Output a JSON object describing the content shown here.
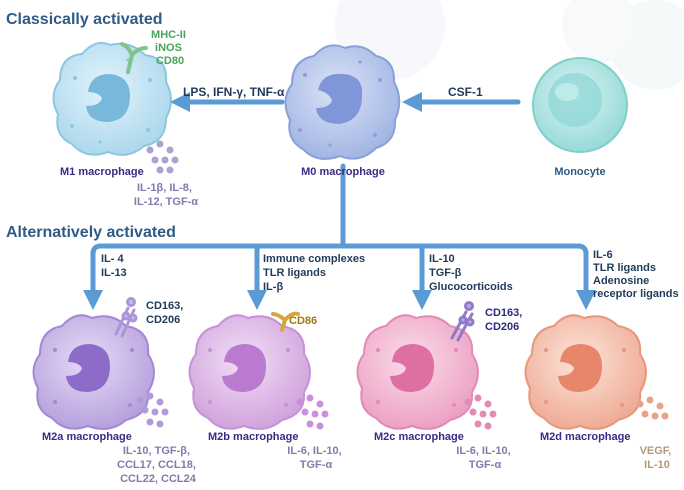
{
  "sections": {
    "classical": "Classically activated",
    "alternative": "Alternatively activated"
  },
  "colors": {
    "heading": "#2f5b85",
    "arrow": "#5b9bd5",
    "dark_text": "#1f3a5a",
    "m1_markers": "#4aa35a",
    "m2b_marker": "#a5731a",
    "m2c_marker": "#2d2b7e",
    "m2d_cytokine": "#b59a78",
    "label_purple": "#3b2a86",
    "cytokine_purple": "#8877aa",
    "m1_cell": "#bfe2f2",
    "m0_cell": "#b7c6ec",
    "monocyte_cell": "#a9e3e1",
    "m2a_cell": "#c8b4e6",
    "m2b_cell": "#dcb7e4",
    "m2c_cell": "#f0b4cf",
    "m2d_cell": "#f4c0ae"
  },
  "cells": {
    "monocyte": {
      "label": "Monocyte"
    },
    "m0": {
      "label": "M0 macrophage"
    },
    "m1": {
      "label": "M1 macrophage",
      "markers": [
        "MHC-II",
        "iNOS",
        "CD80"
      ],
      "cytokines": [
        "IL-1β, IL-8,",
        "IL-12, TGF-α"
      ]
    },
    "m2a": {
      "label": "M2a macrophage",
      "markers": [
        "CD163,",
        "CD206"
      ],
      "cytokines": [
        "IL-10, TGF-β,",
        "CCL17, CCL18,",
        "CCL22, CCL24"
      ]
    },
    "m2b": {
      "label": "M2b macrophage",
      "markers": [
        "CD86"
      ],
      "cytokines": [
        "IL-6, IL-10,",
        "TGF-α"
      ]
    },
    "m2c": {
      "label": "M2c macrophage",
      "markers": [
        "CD163,",
        "CD206"
      ],
      "cytokines": [
        "IL-6, IL-10,",
        "TGF-α"
      ]
    },
    "m2d": {
      "label": "M2d macrophage",
      "cytokines": [
        "VEGF,",
        "IL-10"
      ]
    }
  },
  "stimuli": {
    "csf1": "CSF-1",
    "m1": "LPS, IFN-γ, TNF-α",
    "m2a": [
      "IL- 4",
      "IL-13"
    ],
    "m2b": [
      "Immune complexes",
      "TLR ligands",
      "IL-β"
    ],
    "m2c": [
      "IL-10",
      "TGF-β",
      "Glucocorticoids"
    ],
    "m2d": [
      "IL-6",
      "TLR ligands",
      "Adenosine",
      "receptor ligands"
    ]
  }
}
